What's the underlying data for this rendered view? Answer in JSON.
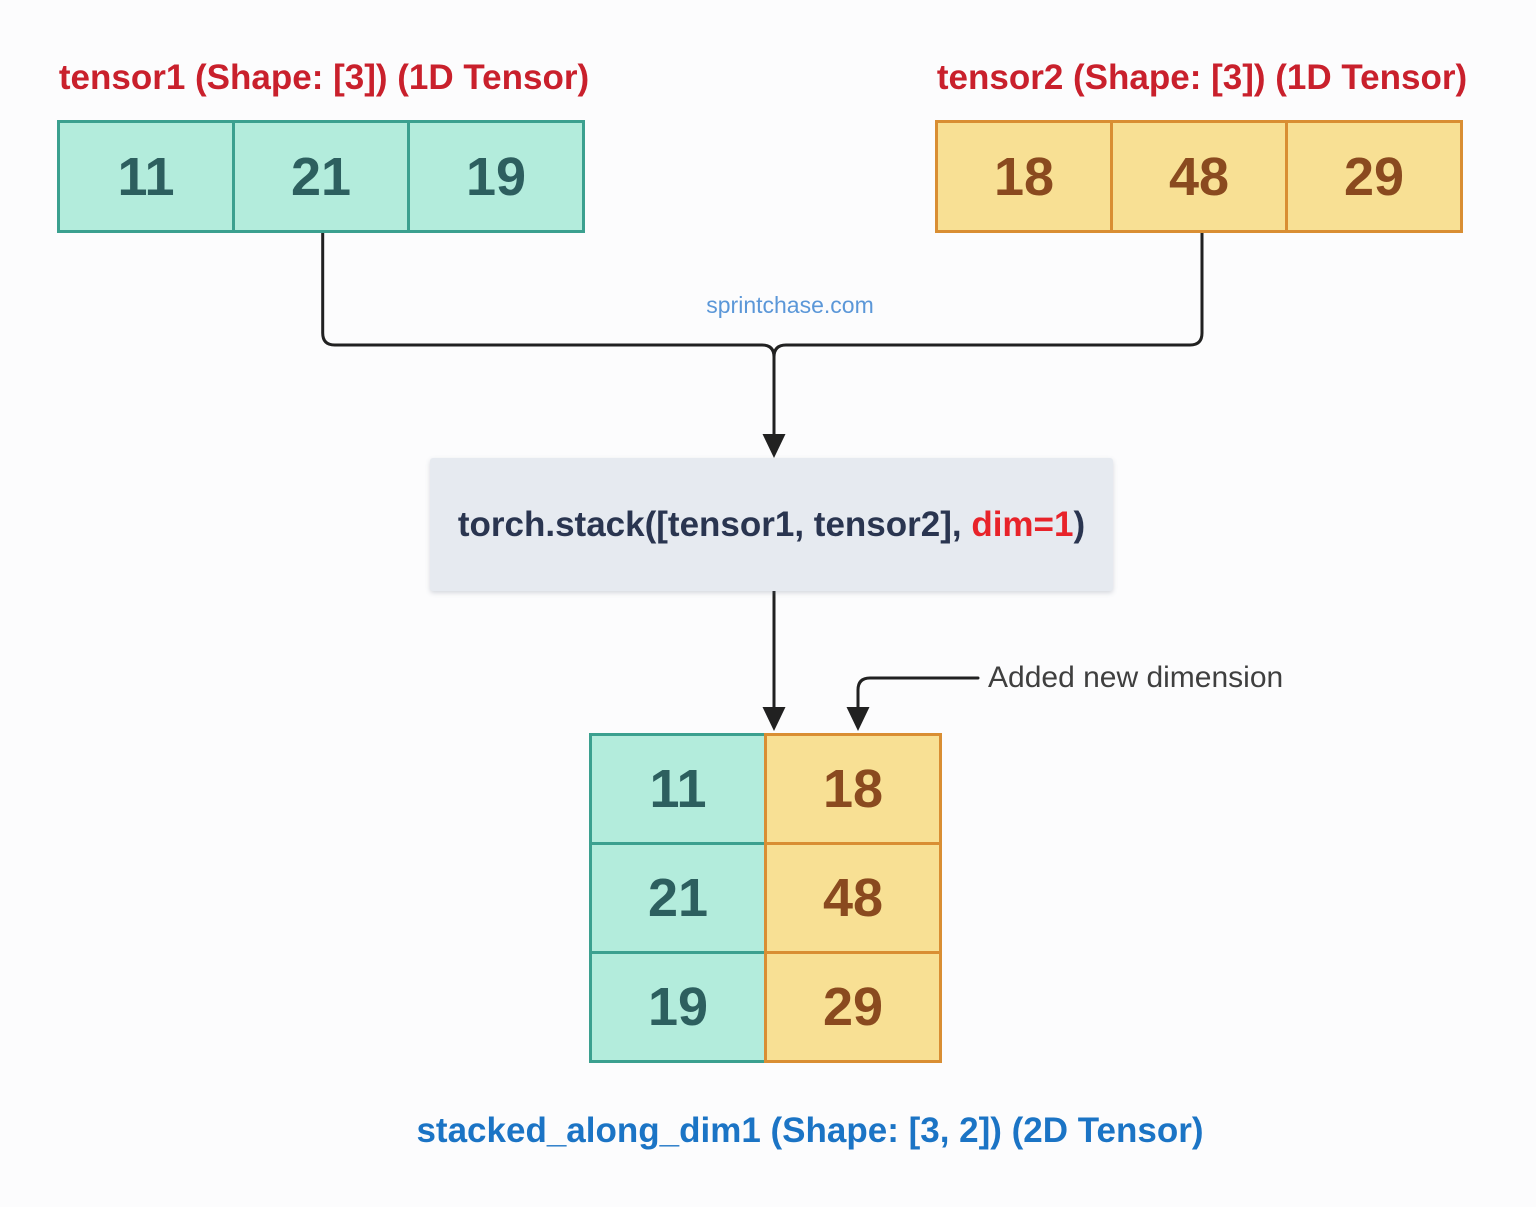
{
  "tensor1": {
    "title": "tensor1 (Shape: [3]) (1D Tensor)",
    "shape": "[3]",
    "values": [
      "11",
      "21",
      "19"
    ]
  },
  "tensor2": {
    "title": "tensor2 (Shape: [3]) (1D Tensor)",
    "shape": "[3]",
    "values": [
      "18",
      "48",
      "29"
    ]
  },
  "watermark": "sprintchase.com",
  "operation": {
    "code_prefix": "torch.stack([tensor1, tensor2], ",
    "code_dim_arg": "dim=1",
    "code_suffix": ")"
  },
  "annotation": {
    "label": "Added new dimension"
  },
  "result": {
    "caption": "stacked_along_dim1 (Shape: [3, 2]) (2D Tensor)",
    "shape": "[3, 2]",
    "rows": [
      [
        "11",
        "18"
      ],
      [
        "21",
        "48"
      ],
      [
        "19",
        "29"
      ]
    ]
  },
  "colors": {
    "title_red": "#c9202c",
    "teal_fill": "#b3ecdc",
    "teal_border": "#3ba08f",
    "teal_text": "#2d5f5f",
    "gold_fill": "#f8e094",
    "gold_border": "#d98e33",
    "gold_text": "#8a4a1f",
    "code_box_bg": "#e6eaf0",
    "code_text": "#2a3550",
    "dim_arg_red": "#e8232a",
    "arrow_black": "#212121",
    "watermark_blue": "#5b97d8",
    "caption_blue": "#1b74c5",
    "annotation_gray": "#3f3f3f"
  }
}
